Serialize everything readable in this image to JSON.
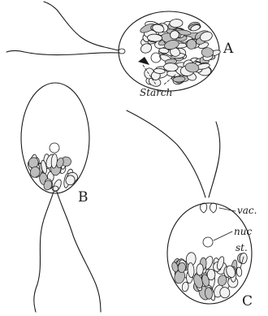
{
  "figure": {
    "labels": {
      "a": "A",
      "b": "B",
      "c": "C",
      "starch": "Starch",
      "vac": "vac.",
      "nuc": "nuc",
      "st": "st."
    }
  }
}
